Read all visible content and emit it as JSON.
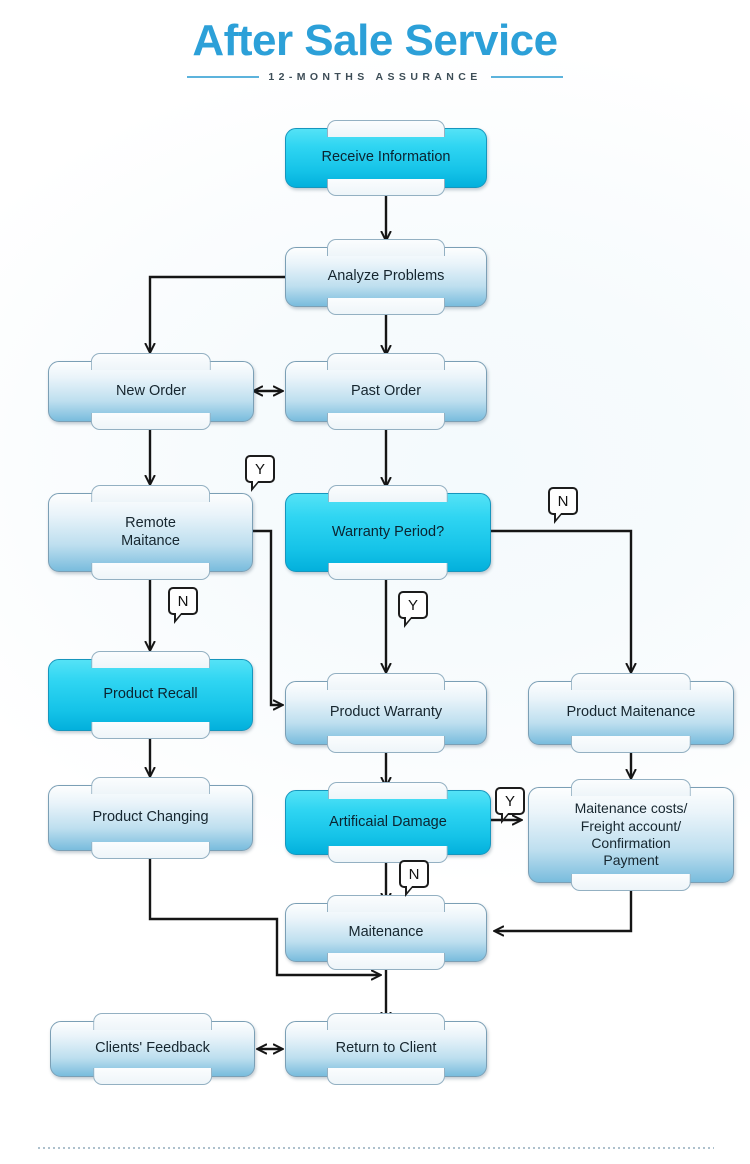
{
  "header": {
    "title": "After Sale Service",
    "subtitle": "12-MONTHS ASSURANCE",
    "title_color": "#2ca0d8"
  },
  "theme": {
    "accent": "#2ca0d8",
    "highlight_box": "#15c3e8",
    "normal_box": "#bedfef",
    "edge_color": "#151515"
  },
  "nodes": [
    {
      "id": "receive-information",
      "label": "Receive Information",
      "style": "cyan"
    },
    {
      "id": "analyze-problems",
      "label": "Analyze Problems",
      "style": "pale"
    },
    {
      "id": "new-order",
      "label": "New Order",
      "style": "pale"
    },
    {
      "id": "past-order",
      "label": "Past Order",
      "style": "pale"
    },
    {
      "id": "remote-maitance",
      "label": "Remote\nMaitance",
      "style": "pale"
    },
    {
      "id": "warranty-period",
      "label": "Warranty Period?",
      "style": "cyan"
    },
    {
      "id": "product-recall",
      "label": "Product Recall",
      "style": "cyan"
    },
    {
      "id": "product-warranty",
      "label": "Product Warranty",
      "style": "pale"
    },
    {
      "id": "product-maintenance",
      "label": "Product Maitenance",
      "style": "pale"
    },
    {
      "id": "product-changing",
      "label": "Product Changing",
      "style": "pale"
    },
    {
      "id": "artificaial-damage",
      "label": "Artificaial Damage",
      "style": "cyan"
    },
    {
      "id": "maintenance-costs",
      "label": "Maitenance costs/\nFreight account/\nConfirmation\nPayment",
      "style": "pale"
    },
    {
      "id": "maitenance",
      "label": "Maitenance",
      "style": "pale"
    },
    {
      "id": "clients-feedback",
      "label": "Clients' Feedback",
      "style": "pale"
    },
    {
      "id": "return-to-client",
      "label": "Return to Client",
      "style": "pale"
    }
  ],
  "decision_labels": [
    {
      "id": "y-remote-to-warranty",
      "text": "Y"
    },
    {
      "id": "n-warranty-no",
      "text": "N"
    },
    {
      "id": "n-remote-to-recall",
      "text": "N"
    },
    {
      "id": "y-warranty-yes",
      "text": "Y"
    },
    {
      "id": "y-artificial-yes",
      "text": "Y"
    },
    {
      "id": "n-artificial-no",
      "text": "N"
    }
  ],
  "edges": [
    {
      "from": "receive-information",
      "to": "analyze-problems",
      "type": "arrow"
    },
    {
      "from": "analyze-problems",
      "to": "new-order",
      "type": "arrow"
    },
    {
      "from": "analyze-problems",
      "to": "past-order",
      "type": "arrow"
    },
    {
      "from": "new-order",
      "to": "past-order",
      "type": "double-arrow"
    },
    {
      "from": "new-order",
      "to": "remote-maitance",
      "type": "arrow"
    },
    {
      "from": "past-order",
      "to": "warranty-period",
      "type": "arrow"
    },
    {
      "from": "remote-maitance",
      "to": "product-warranty",
      "type": "arrow",
      "label": "Y"
    },
    {
      "from": "remote-maitance",
      "to": "product-recall",
      "type": "arrow",
      "label": "N"
    },
    {
      "from": "warranty-period",
      "to": "product-warranty",
      "type": "arrow",
      "label": "Y"
    },
    {
      "from": "warranty-period",
      "to": "product-maintenance",
      "type": "arrow",
      "label": "N"
    },
    {
      "from": "product-recall",
      "to": "product-changing",
      "type": "arrow"
    },
    {
      "from": "product-warranty",
      "to": "artificaial-damage",
      "type": "arrow"
    },
    {
      "from": "product-maintenance",
      "to": "maintenance-costs",
      "type": "arrow"
    },
    {
      "from": "artificaial-damage",
      "to": "maintenance-costs",
      "type": "arrow",
      "label": "Y"
    },
    {
      "from": "artificaial-damage",
      "to": "maitenance",
      "type": "arrow",
      "label": "N"
    },
    {
      "from": "maintenance-costs",
      "to": "maitenance",
      "type": "arrow"
    },
    {
      "from": "product-changing",
      "to": "return-to-client",
      "type": "arrow"
    },
    {
      "from": "maitenance",
      "to": "return-to-client",
      "type": "arrow"
    },
    {
      "from": "return-to-client",
      "to": "clients-feedback",
      "type": "double-arrow"
    }
  ]
}
